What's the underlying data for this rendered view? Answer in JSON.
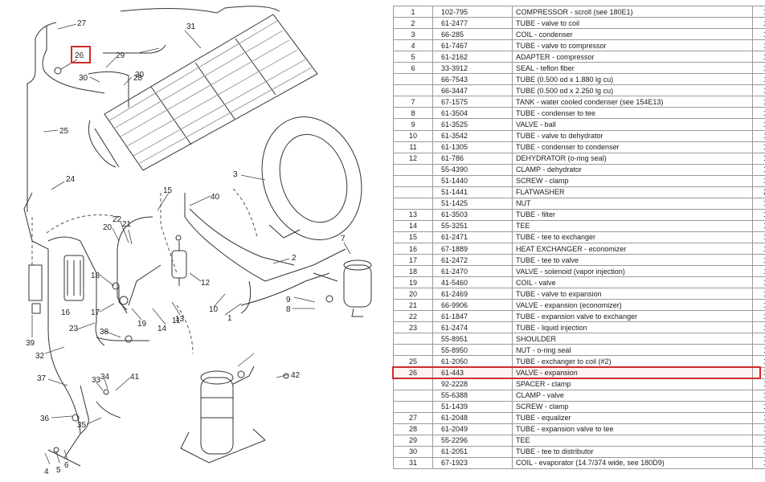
{
  "highlight": {
    "color": "#d12b2b",
    "item": "26",
    "row_index": 32
  },
  "callouts": [
    "1",
    "2",
    "3",
    "4",
    "5",
    "6",
    "7",
    "8",
    "9",
    "10",
    "11",
    "12",
    "13",
    "14",
    "15",
    "16",
    "17",
    "18",
    "19",
    "20",
    "21",
    "22",
    "23",
    "24",
    "25",
    "26",
    "27",
    "28",
    "29",
    "30",
    "30",
    "31",
    "32",
    "33",
    "34",
    "35",
    "36",
    "37",
    "38",
    "39",
    "40",
    "41",
    "42"
  ],
  "parts": [
    {
      "item": "1",
      "part": "102-795",
      "desc": "COMPRESSOR - scroll (see 180E1)",
      "qty": "1"
    },
    {
      "item": "2",
      "part": "61-2477",
      "desc": "TUBE - valve to coil",
      "qty": "1"
    },
    {
      "item": "3",
      "part": "66-285",
      "desc": "COIL - condenser",
      "qty": "1"
    },
    {
      "item": "4",
      "part": "61-7467",
      "desc": "TUBE - valve to compressor",
      "qty": "1"
    },
    {
      "item": "5",
      "part": "61-2162",
      "desc": "ADAPTER - compressor",
      "qty": "1"
    },
    {
      "item": "6",
      "part": "33-3912",
      "desc": "SEAL - teflon fiber",
      "qty": "1"
    },
    {
      "item": "",
      "part": "66-7543",
      "desc": "TUBE (0.500 od x 1.880 lg cu)",
      "qty": "1"
    },
    {
      "item": "",
      "part": "66-3447",
      "desc": "TUBE (0.500 od x 2.250 lg cu)",
      "qty": "1"
    },
    {
      "item": "7",
      "part": "67-1575",
      "desc": "TANK - water cooled condenser (see 154E13)",
      "qty": "1"
    },
    {
      "item": "8",
      "part": "61-3504",
      "desc": "TUBE - condenser to tee",
      "qty": "1"
    },
    {
      "item": "9",
      "part": "61-3525",
      "desc": "VALVE - ball",
      "qty": "1"
    },
    {
      "item": "10",
      "part": "61-3542",
      "desc": "TUBE - valve to dehydrator",
      "qty": "1"
    },
    {
      "item": "11",
      "part": "61-1305",
      "desc": "TUBE - condenser to condenser",
      "qty": "1"
    },
    {
      "item": "12",
      "part": "61-786",
      "desc": "DEHYDRATOR (o-ring seal)",
      "qty": "1"
    },
    {
      "item": "",
      "part": "55-4390",
      "desc": "CLAMP - dehydrator",
      "qty": "1"
    },
    {
      "item": "",
      "part": "51-1440",
      "desc": "SCREW - clamp",
      "qty": "1"
    },
    {
      "item": "",
      "part": "51-1441",
      "desc": "FLATWASHER",
      "qty": "2"
    },
    {
      "item": "",
      "part": "51-1425",
      "desc": "NUT",
      "qty": "1"
    },
    {
      "item": "13",
      "part": "61-3503",
      "desc": "TUBE - filter",
      "qty": "1"
    },
    {
      "item": "14",
      "part": "55-3251",
      "desc": "TEE",
      "qty": "1"
    },
    {
      "item": "15",
      "part": "61-2471",
      "desc": "TUBE - tee to exchanger",
      "qty": "1"
    },
    {
      "item": "16",
      "part": "67-1889",
      "desc": "HEAT EXCHANGER - economizer",
      "qty": "1"
    },
    {
      "item": "17",
      "part": "61-2472",
      "desc": "TUBE - tee to valve",
      "qty": "1"
    },
    {
      "item": "18",
      "part": "61-2470",
      "desc": "VALVE - solenoid (vapor injection)",
      "qty": "1"
    },
    {
      "item": "19",
      "part": "41-5460",
      "desc": "COIL - valve",
      "qty": "1"
    },
    {
      "item": "20",
      "part": "61-2469",
      "desc": "TUBE - valve to expansion",
      "qty": "1"
    },
    {
      "item": "21",
      "part": "66-9906",
      "desc": "VALVE - expansion (economizer)",
      "qty": "1"
    },
    {
      "item": "22",
      "part": "61-1847",
      "desc": "TUBE - expansion valve to exchanger",
      "qty": "1"
    },
    {
      "item": "23",
      "part": "61-2474",
      "desc": "TUBE - liquid injection",
      "qty": "1"
    },
    {
      "item": "",
      "part": "55-8951",
      "desc": "SHOULDER",
      "qty": "1"
    },
    {
      "item": "",
      "part": "55-8950",
      "desc": "NUT - o-ring seal",
      "qty": "1"
    },
    {
      "item": "25",
      "part": "61-2050",
      "desc": "TUBE - exchanger to coil (#2)",
      "qty": "1"
    },
    {
      "item": "26",
      "part": "61-443",
      "desc": "VALVE - expansion",
      "qty": "1"
    },
    {
      "item": "",
      "part": "92-2228",
      "desc": "SPACER - clamp",
      "qty": "1"
    },
    {
      "item": "",
      "part": "55-6388",
      "desc": "CLAMP - valve",
      "qty": "1"
    },
    {
      "item": "",
      "part": "51-1439",
      "desc": "SCREW - clamp",
      "qty": "1"
    },
    {
      "item": "27",
      "part": "61-2048",
      "desc": "TUBE - equalizer",
      "qty": "1"
    },
    {
      "item": "28",
      "part": "61-2049",
      "desc": "TUBE - expansion valve to tee",
      "qty": "1"
    },
    {
      "item": "29",
      "part": "55-2296",
      "desc": "TEE",
      "qty": "1"
    },
    {
      "item": "30",
      "part": "61-2051",
      "desc": "TUBE - tee to distributor",
      "qty": "1"
    },
    {
      "item": "31",
      "part": "67-1923",
      "desc": "COIL - evaporator (14.7/374 wide, see 180D9)",
      "qty": "1"
    }
  ]
}
